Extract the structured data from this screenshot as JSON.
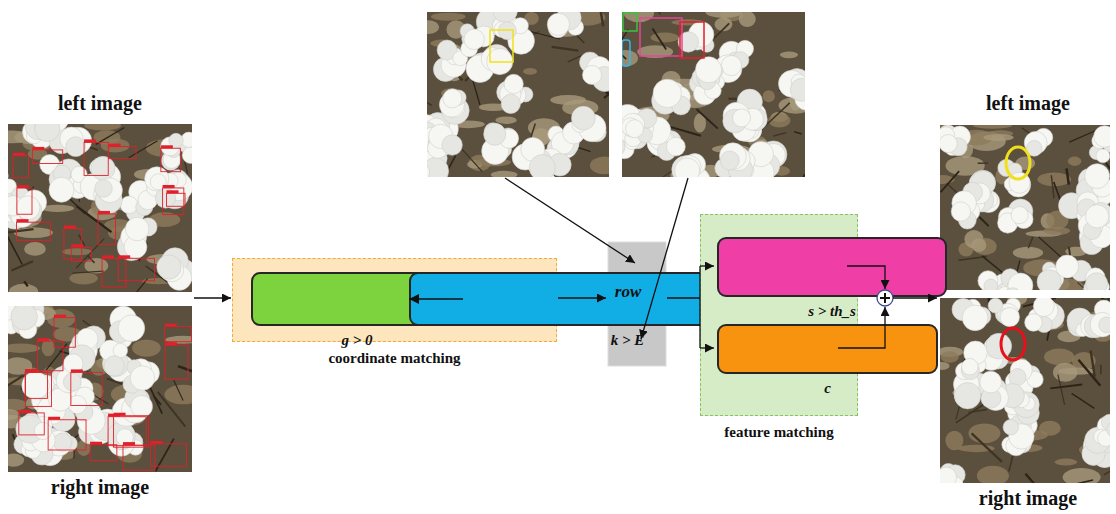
{
  "diagram": {
    "nodes": [
      {
        "text": [
          "coordinate matching"
        ]
      },
      {
        "text": [
          "g > 0"
        ],
        "in": 0
      },
      {
        "text": [
          "k > E",
          "row"
        ],
        "in": 0
      },
      {
        "text": [
          "feature matching"
        ]
      },
      {
        "text": [
          "s > th_s"
        ],
        "in": 3
      },
      {
        "text": [
          "c"
        ],
        "in": 3
      }
    ],
    "edges": [
      {
        "from": 1,
        "to": 2,
        "arrow": "to"
      }
    ],
    "labels": [
      "left image",
      "right image",
      "left image",
      "right image"
    ]
  }
}
